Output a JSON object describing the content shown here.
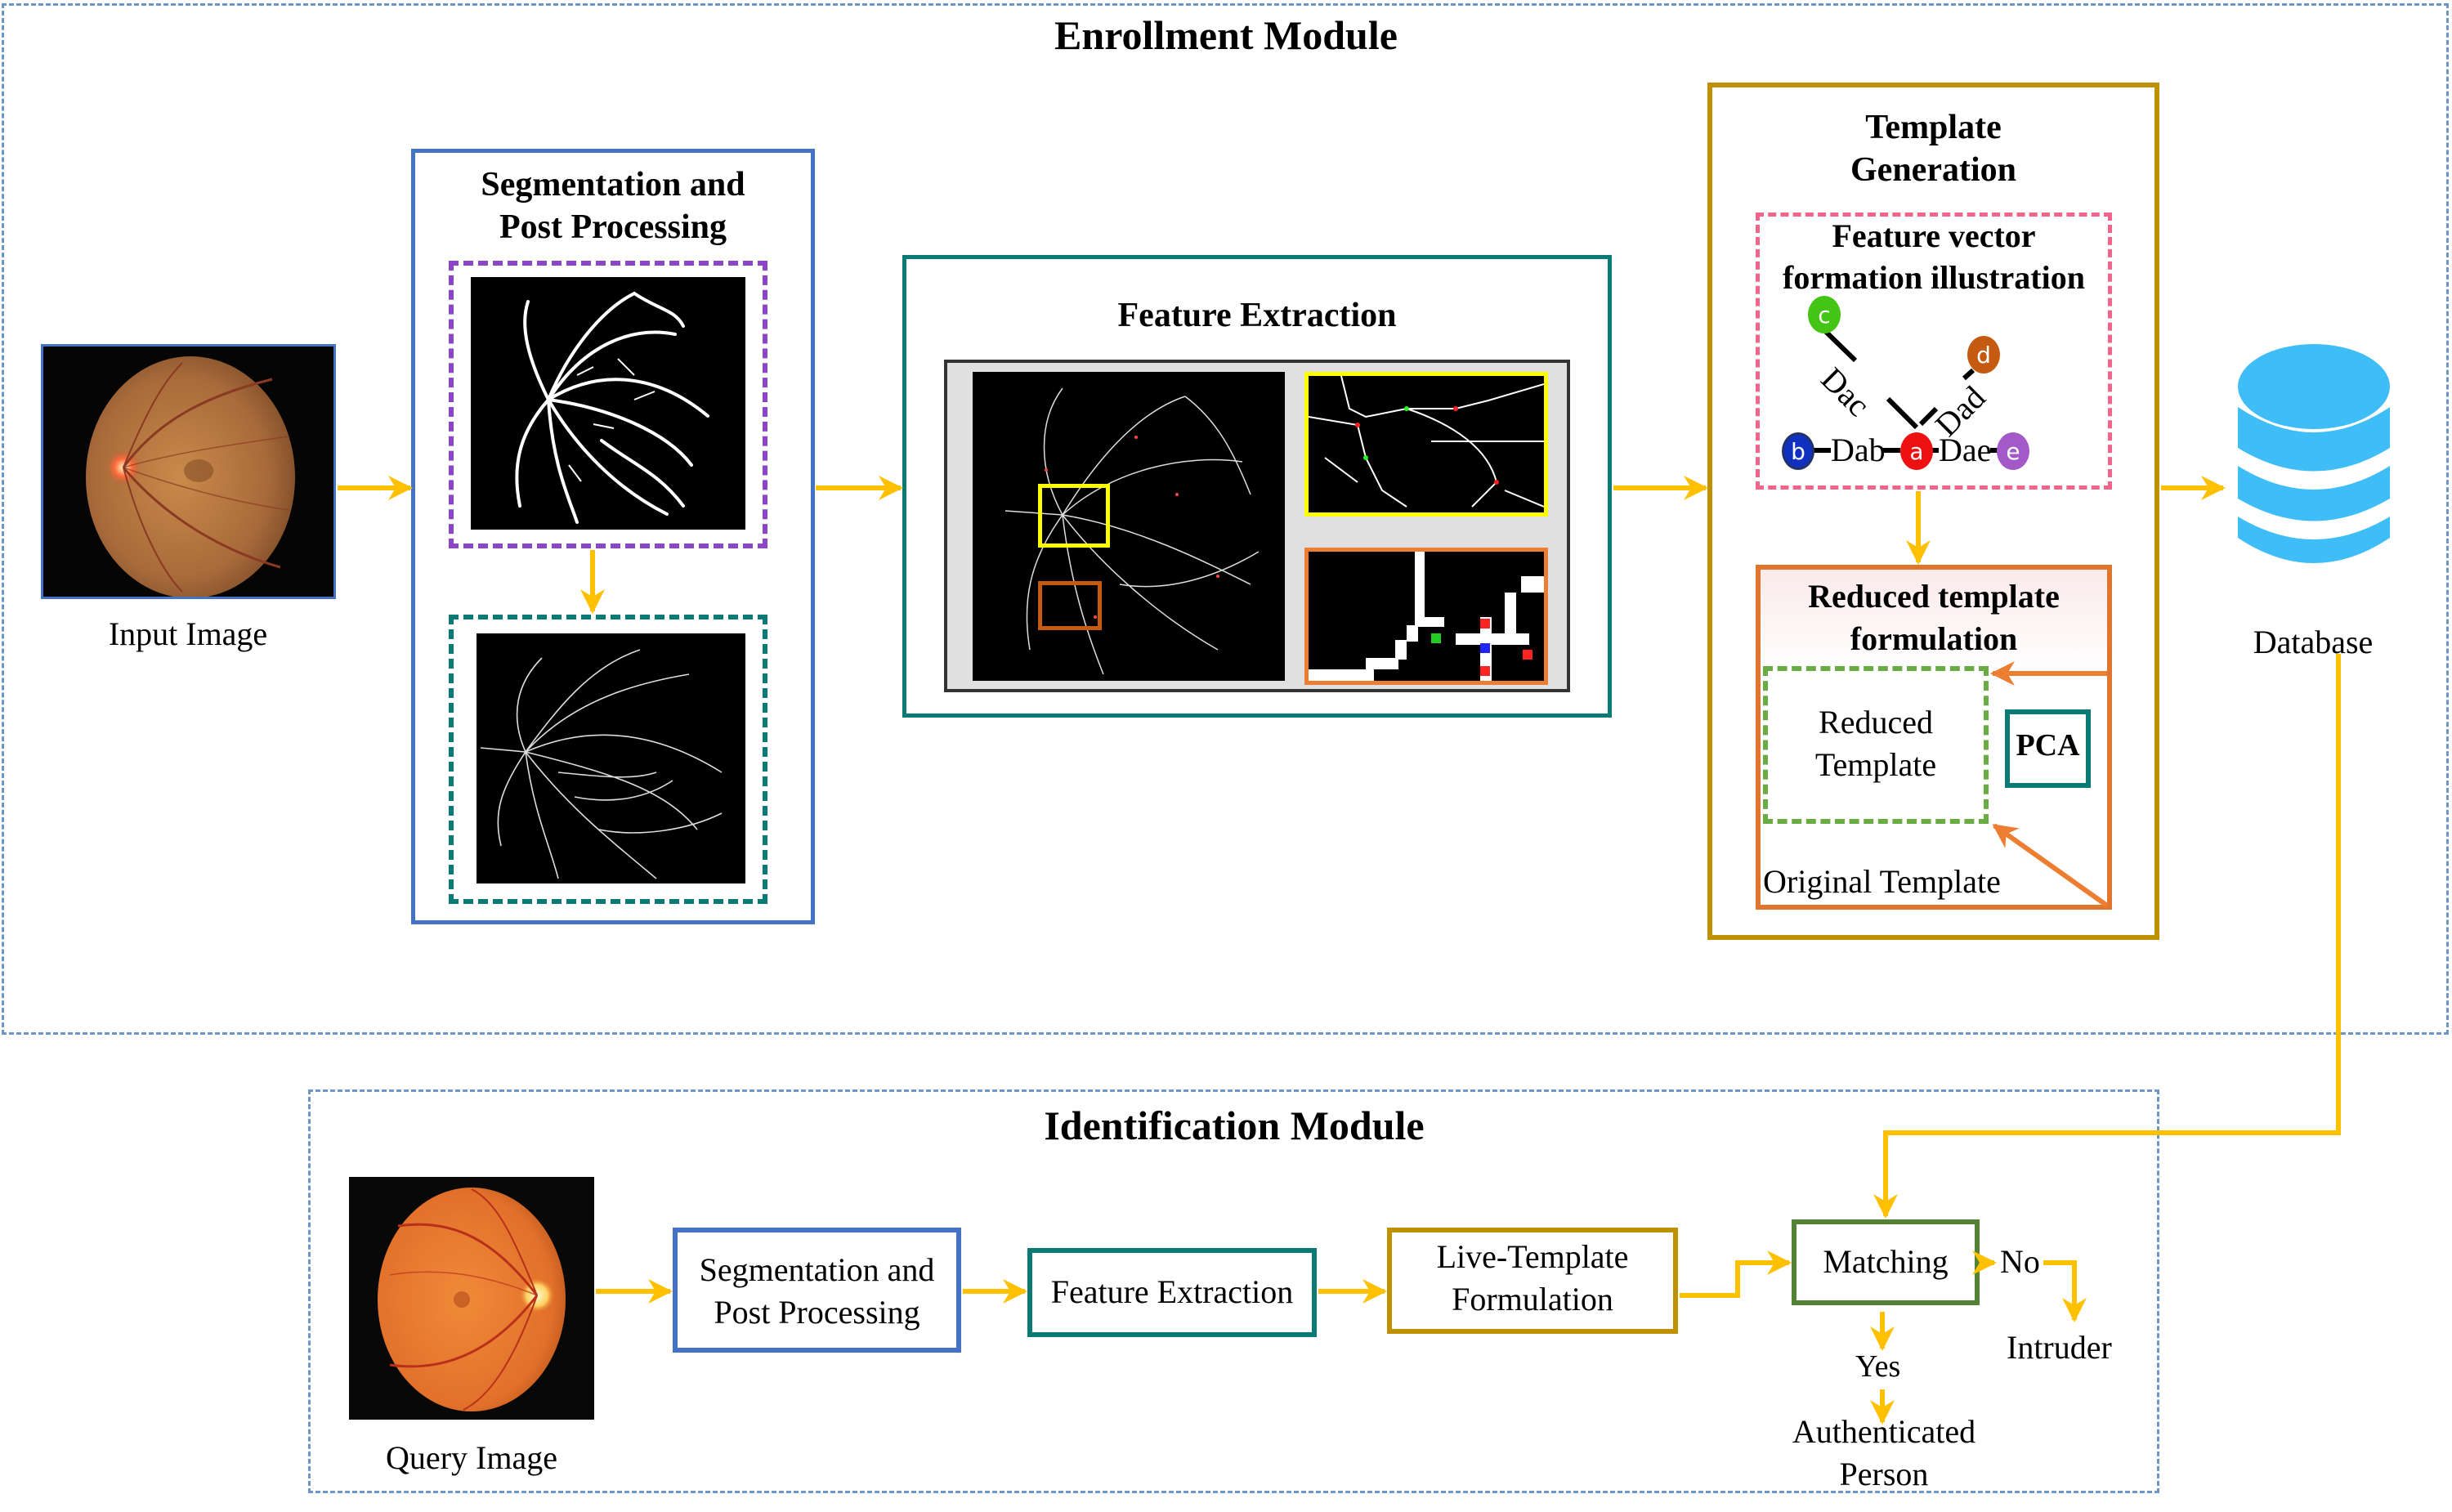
{
  "enrollment": {
    "title": "Enrollment Module",
    "input_image_label": "Input Image",
    "segmentation": {
      "title_line1": "Segmentation and",
      "title_line2": "Post Processing"
    },
    "feature_extraction": {
      "title": "Feature Extraction"
    },
    "template_generation": {
      "title_line1": "Template",
      "title_line2": "Generation",
      "feature_vector": {
        "title_line1": "Feature vector",
        "title_line2": "formation illustration",
        "nodes": [
          {
            "id": "a",
            "color": "#ee1111"
          },
          {
            "id": "b",
            "color": "#1030c0"
          },
          {
            "id": "c",
            "color": "#44c414"
          },
          {
            "id": "d",
            "color": "#c55a11"
          },
          {
            "id": "e",
            "color": "#a35ac8"
          }
        ],
        "edges": [
          {
            "from": "a",
            "to": "b",
            "label": "Dab"
          },
          {
            "from": "a",
            "to": "c",
            "label": "Dac"
          },
          {
            "from": "a",
            "to": "d",
            "label": "Dad"
          },
          {
            "from": "a",
            "to": "e",
            "label": "Dae"
          }
        ]
      },
      "reduced": {
        "title_line1": "Reduced template",
        "title_line2": "formulation",
        "reduced_label_line1": "Reduced",
        "reduced_label_line2": "Template",
        "pca_label": "PCA",
        "original_label": "Original Template"
      }
    },
    "database_label": "Database"
  },
  "identification": {
    "title": "Identification Module",
    "query_image_label": "Query Image",
    "steps": {
      "segmentation_line1": "Segmentation and",
      "segmentation_line2": "Post Processing",
      "feature_extraction": "Feature Extraction",
      "live_template_line1": "Live-Template",
      "live_template_line2": "Formulation",
      "matching": "Matching"
    },
    "outcomes": {
      "no_label": "No",
      "yes_label": "Yes",
      "intruder": "Intruder",
      "authenticated_line1": "Authenticated",
      "authenticated_line2": "Person"
    }
  },
  "colors": {
    "module_border": "#6c96c8",
    "arrow": "#ffc000",
    "seg_blue": "#4472c4",
    "teal": "#0b7a75",
    "gold": "#bf9000",
    "purple": "#8b45c9",
    "pink": "#f2658a",
    "orange": "#e0752d",
    "green_dash": "#6aac44",
    "matching_green": "#548235",
    "database": "#3fbdf7"
  }
}
